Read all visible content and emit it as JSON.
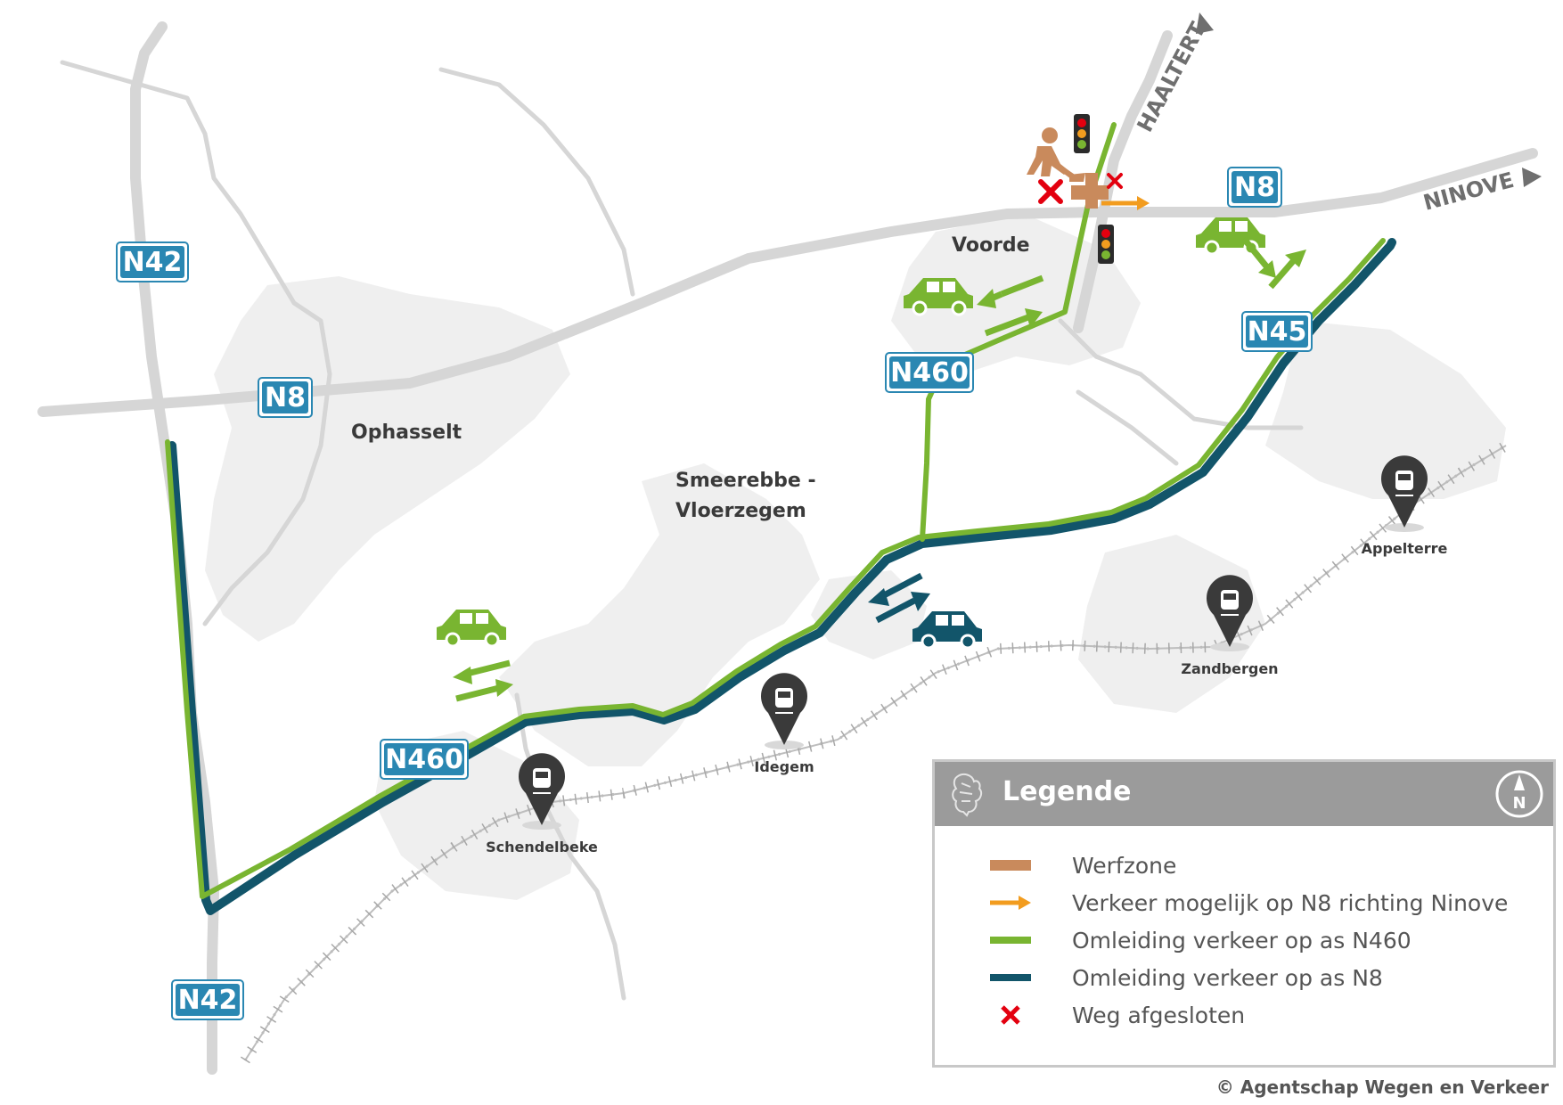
{
  "map": {
    "places": {
      "voorde": "Voorde",
      "ophasselt": "Ophasselt",
      "smeerebbe_line1": "Smeerebbe -",
      "smeerebbe_line2": "Vloerzegem"
    },
    "directions": {
      "haaltert": "HAALTERT",
      "ninove": "NINOVE"
    },
    "roads": {
      "n42_top": "N42",
      "n42_bottom": "N42",
      "n8_left": "N8",
      "n8_right": "N8",
      "n460_top": "N460",
      "n460_bottom": "N460",
      "n45": "N45"
    },
    "stations": {
      "appelterre": "Appelterre",
      "zandbergen": "Zandbergen",
      "idegem": "Idegem",
      "schendelbeke": "Schendelbeke"
    },
    "colors": {
      "road_grey": "#d6d6d6",
      "area_grey": "#efefef",
      "green": "#79b531",
      "dark_teal": "#12556a",
      "shield": "#2a87b2",
      "werfzone": "#c98a5c",
      "orange": "#f29c1f",
      "red": "#e3000f"
    }
  },
  "legend": {
    "title": "Legende",
    "north_label": "N",
    "items": [
      {
        "label": "Werfzone",
        "icon": "werfzone-bar"
      },
      {
        "label": "Verkeer mogelijk op N8 richting Ninove",
        "icon": "orange-arrow"
      },
      {
        "label": "Omleiding verkeer op as N460",
        "icon": "green-line"
      },
      {
        "label": "Omleiding verkeer op as N8",
        "icon": "teal-line"
      },
      {
        "label": "Weg afgesloten",
        "icon": "red-cross"
      }
    ]
  },
  "copyright": "© Agentschap Wegen en Verkeer"
}
